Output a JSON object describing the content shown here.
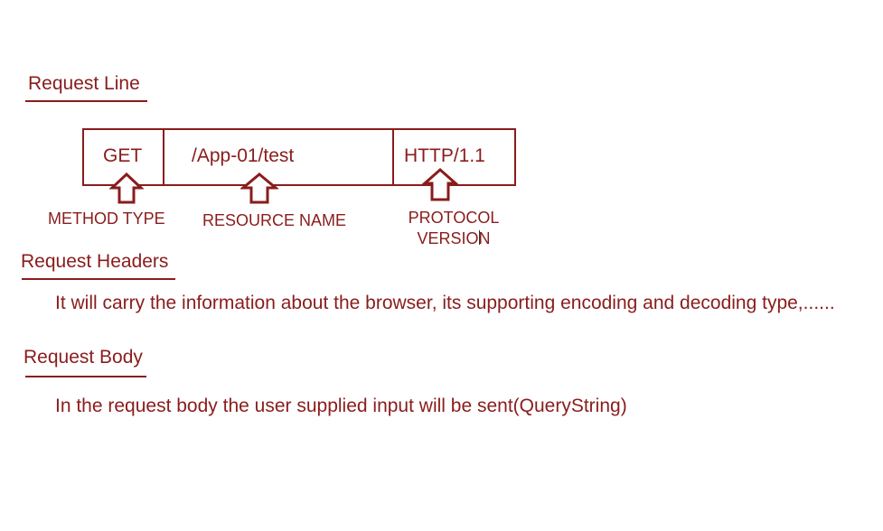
{
  "sections": {
    "request_line": {
      "title": "Request Line"
    },
    "request_headers": {
      "title": "Request Headers",
      "text": "It will carry the information about the browser, its supporting encoding and decoding type,......"
    },
    "request_body": {
      "title": "Request Body",
      "text": "In the request body the user supplied input will be sent(QueryString)"
    }
  },
  "request_line_box": {
    "method": "GET",
    "resource": "/App-01/test",
    "protocol": "HTTP/1.1"
  },
  "labels": {
    "method": "METHOD TYPE",
    "resource": "RESOURCE NAME",
    "protocol_line1": "PROTOCOL",
    "protocol_line2": "VERSION"
  },
  "colors": {
    "ink": "#8a1c1c",
    "background": "#ffffff"
  }
}
